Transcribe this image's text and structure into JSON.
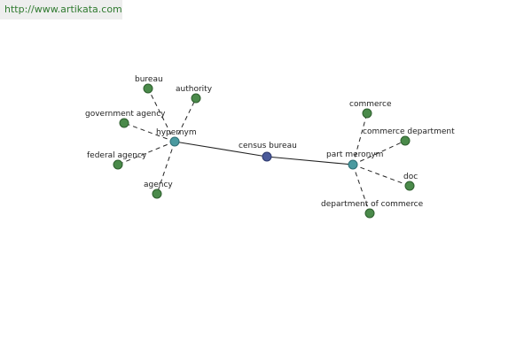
{
  "watermark": "http://www.artikata.com",
  "colors": {
    "leaf": "#4a8a4a",
    "hub": "#4a9aa0",
    "center": "#4a5a9a"
  },
  "nodes": {
    "census_bureau": "census bureau",
    "hypernym": "hypernym",
    "part_meronym": "part meronym",
    "bureau": "bureau",
    "authority": "authority",
    "government_agency": "government agency",
    "federal_agency": "federal agency",
    "agency": "agency",
    "commerce": "commerce",
    "commerce_department": "commerce department",
    "doc": "doc",
    "department_of_commerce": "department of commerce"
  }
}
